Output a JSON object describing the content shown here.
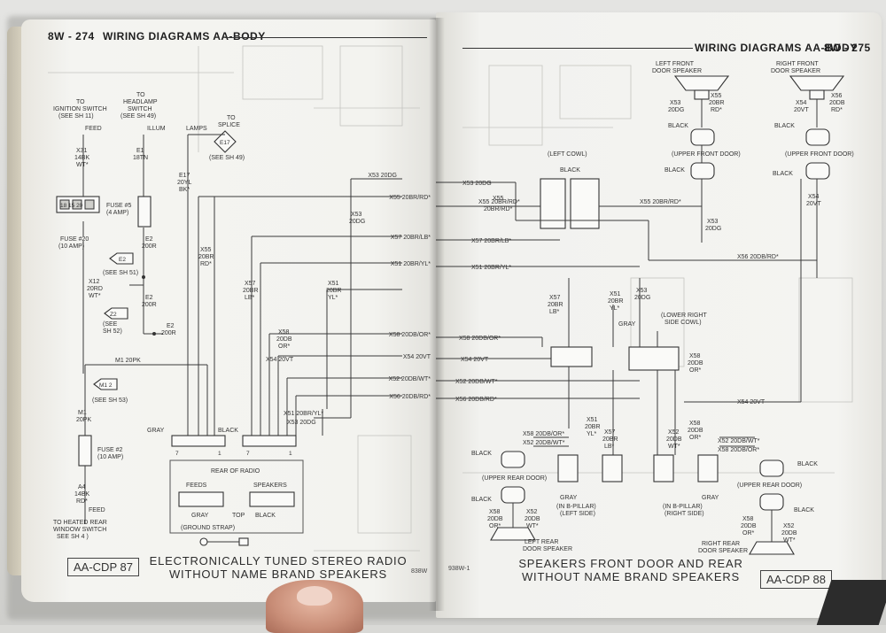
{
  "left_page": {
    "page_number": "8W - 274",
    "header_title": "WIRING DIAGRAMS AA-BODY",
    "footer_code": "AA-CDP 87",
    "footer_title_line1": "ELECTRONICALLY TUNED STEREO RADIO",
    "footer_title_line2": "WITHOUT NAME BRAND SPEAKERS",
    "corner_code": "838W",
    "labels": {
      "to_ignition_switch": "TO",
      "ignition_switch": "IGNITION SWITCH",
      "see_sh_11": "(SEE SH 11)",
      "feed": "FEED",
      "to_headlamp": "TO",
      "headlamp_switch_1": "HEADLAMP",
      "headlamp_switch_2": "SWITCH",
      "see_sh_49": "(SEE SH 49)",
      "illum": "ILLUM",
      "lamps": "LAMPS",
      "to_splice": "TO",
      "splice": "SPLICE",
      "splice_see": "(SEE SH 49)",
      "e17": "E17",
      "x31": "X31",
      "x31_wire": "14BK",
      "x31_color": "WT*",
      "e1": "E1",
      "e1_wire": "18TN",
      "e17_wire_1": "E17",
      "e17_wire_2": "20YL",
      "e17_wire_3": "BK*",
      "fuse5_1": "FUSE #5",
      "fuse5_2": "(4 AMP)",
      "fuse20_1": "FUSE #20",
      "fuse20_2": "(10 AMP)",
      "fuse_nums": "18 15 20",
      "e2_a": "E2",
      "e2_a_wire": "200R",
      "e2_box": "E2",
      "see_sh_51": "(SEE SH 51)",
      "x12": "X12",
      "x12_wire": "20RD",
      "x12_color": "WT*",
      "e2_b": "E2",
      "e2_b_wire": "200R",
      "z2_box": "Z2",
      "see_sh_52": "(SEE",
      "sh_52": "SH 52)",
      "e2_c": "E2",
      "e2_c_wire": "200R",
      "m1_20pk": "M1 20PK",
      "m1_box": "M1 2",
      "see_sh_53": "(SEE SH 53)",
      "m1": "M1",
      "m1_wire": "20PK",
      "fuse2_1": "FUSE #2",
      "fuse2_2": "(10 AMP)",
      "a4": "A4",
      "a4_wire": "14BK",
      "a4_color": "RD*",
      "feed2": "FEED",
      "to_heated_1": "TO HEATED REAR",
      "to_heated_2": "WINDOW SWITCH",
      "to_heated_3": "SEE SH 4 )",
      "x55": "X55",
      "x55_wire": "20BR",
      "x55_color": "RD*",
      "x57": "X57",
      "x57_wire": "20BR",
      "x57_color": "LB*",
      "x51": "X51",
      "x51_wire": "20BR",
      "x51_color": "YL*",
      "x53": "X53",
      "x53_wire": "20DG",
      "x58": "X58",
      "x58_wire": "20DB",
      "x58_color": "OR*",
      "x54": "X54 20VT",
      "w_x53": "X53 20DG",
      "w_x55": "X55 20BR/RD*",
      "w_x57": "X57 20BR/LB*",
      "w_x51": "X51 20BR/YL*",
      "w_x58": "X58 20DB/OR*",
      "w_x54": "X54 20VT",
      "w_x52": "X52 20DB/WT*",
      "w_x56": "X56 20DB/RD*",
      "w_x51b": "X51 20BR/YL*",
      "w_x53b": "X53 20DG",
      "gray": "GRAY",
      "black": "BLACK",
      "pin7a": "7",
      "pin1a": "1",
      "pin7b": "7",
      "pin1b": "1",
      "rear_of_radio": "REAR OF RADIO",
      "feeds": "FEEDS",
      "speakers": "SPEAKERS",
      "gray2": "GRAY",
      "top": "TOP",
      "black2": "BLACK",
      "ground_strap": "(GROUND STRAP)"
    }
  },
  "right_page": {
    "page_number": "8W - 275",
    "header_title": "WIRING DIAGRAMS AA-BODY",
    "footer_code": "AA-CDP 88",
    "footer_title_line1": "SPEAKERS FRONT DOOR AND REAR",
    "footer_title_line2": "WITHOUT NAME BRAND SPEAKERS",
    "corner_code": "938W-1",
    "labels": {
      "w_x53": "X53 20DG",
      "w_x55": "X55 20BR/RD*",
      "w_x57": "X57 20BR/LB*",
      "w_x51": "X51 20BR/YL*",
      "w_x58": "X58 20DB/OR*",
      "w_x54": "X54 20VT",
      "w_x52": "X52 20DB/WT*",
      "w_x56": "X56 20DB/RD*",
      "left_cowl": "(LEFT COWL)",
      "black_cowl": "BLACK",
      "x55_r": "X55",
      "x55_r_wire": "20BR/RD*",
      "x55_r2": "X55 20BR/RD*",
      "x53_r": "X53",
      "x53_r_wire": "20DG",
      "x56_r": "X56 20DB/RD*",
      "lf_speaker_1": "LEFT FRONT",
      "lf_speaker_2": "DOOR SPEAKER",
      "rf_speaker_1": "RIGHT FRONT",
      "rf_speaker_2": "DOOR SPEAKER",
      "x53_lf": "X53",
      "x53_lf_wire": "20DG",
      "x55_lf": "X55",
      "x55_lf_wire": "20BR",
      "x55_lf_color": "RD*",
      "x54_rf": "X54",
      "x54_rf_wire": "20VT",
      "x56_rf": "X56",
      "x56_rf_wire": "20DB",
      "x56_rf_color": "RD*",
      "black_lf": "BLACK",
      "black_lf2": "BLACK",
      "upper_front_door": "(UPPER FRONT DOOR)",
      "black_rf": "BLACK",
      "black_rf2": "BLACK",
      "upper_front_door_r": "(UPPER FRONT DOOR)",
      "x54_r": "X54",
      "x54_r_wire": "20VT",
      "x54_line": "X54 20VT",
      "x57_r": "X57",
      "x57_r_wire": "20BR",
      "x57_r_color": "LB*",
      "x51_r": "X51",
      "x51_r_wire": "20BR",
      "x51_r_color": "YL*",
      "gray_r": "GRAY",
      "x53_c": "X53",
      "x53_c_wire": "20DG",
      "lower_right_1": "(LOWER RIGHT",
      "lower_right_2": "SIDE COWL)",
      "x58_c": "X58",
      "x58_c_wire": "20DB",
      "x58_c_color": "OR*",
      "x51_b": "X51",
      "x51_b_wire": "20BR",
      "x51_b_color": "YL*",
      "x57_b": "X57",
      "x57_b_wire": "20BR",
      "x57_b_color": "LB*",
      "x52_b": "X52",
      "x52_b_wire": "20DB",
      "x52_b_color": "WT*",
      "x58_b": "X58",
      "x58_b_wire": "20DB",
      "x58_b_color": "OR*",
      "x58_l1": "X58 20DB/OR*",
      "x52_l1": "X52 20DB/WT*",
      "black_lr": "BLACK",
      "upper_rear_door": "(UPPER REAR DOOR)",
      "black_lr2": "BLACK",
      "x58_lr": "X58",
      "x58_lr_wire": "20DB",
      "x58_lr_color": "OR*",
      "x52_lr": "X52",
      "x52_lr_wire": "20DB",
      "x52_lr_color": "WT*",
      "gray_lb": "GRAY",
      "in_b_pillar_l1": "(IN B-PILLAR)",
      "in_b_pillar_l2": "(LEFT SIDE)",
      "in_b_pillar_r1": "(IN B-PILLAR)",
      "in_b_pillar_r2": "(RIGHT SIDE)",
      "gray_rb": "GRAY",
      "lr_speaker_1": "LEFT REAR",
      "lr_speaker_2": "DOOR SPEAKER",
      "x52_r1": "X52 20DB/WT*",
      "x58_r1": "X58 20DB/OR*",
      "black_rr": "BLACK",
      "upper_rear_door_r": "(UPPER REAR DOOR)",
      "black_rr2": "BLACK",
      "x58_rr": "X58",
      "x58_rr_wire": "20DB",
      "x58_rr_color": "OR*",
      "x52_rr": "X52",
      "x52_rr_wire": "20DB",
      "x52_rr_color": "WT*",
      "rr_speaker_1": "RIGHT REAR",
      "rr_speaker_2": "DOOR SPEAKER"
    }
  }
}
